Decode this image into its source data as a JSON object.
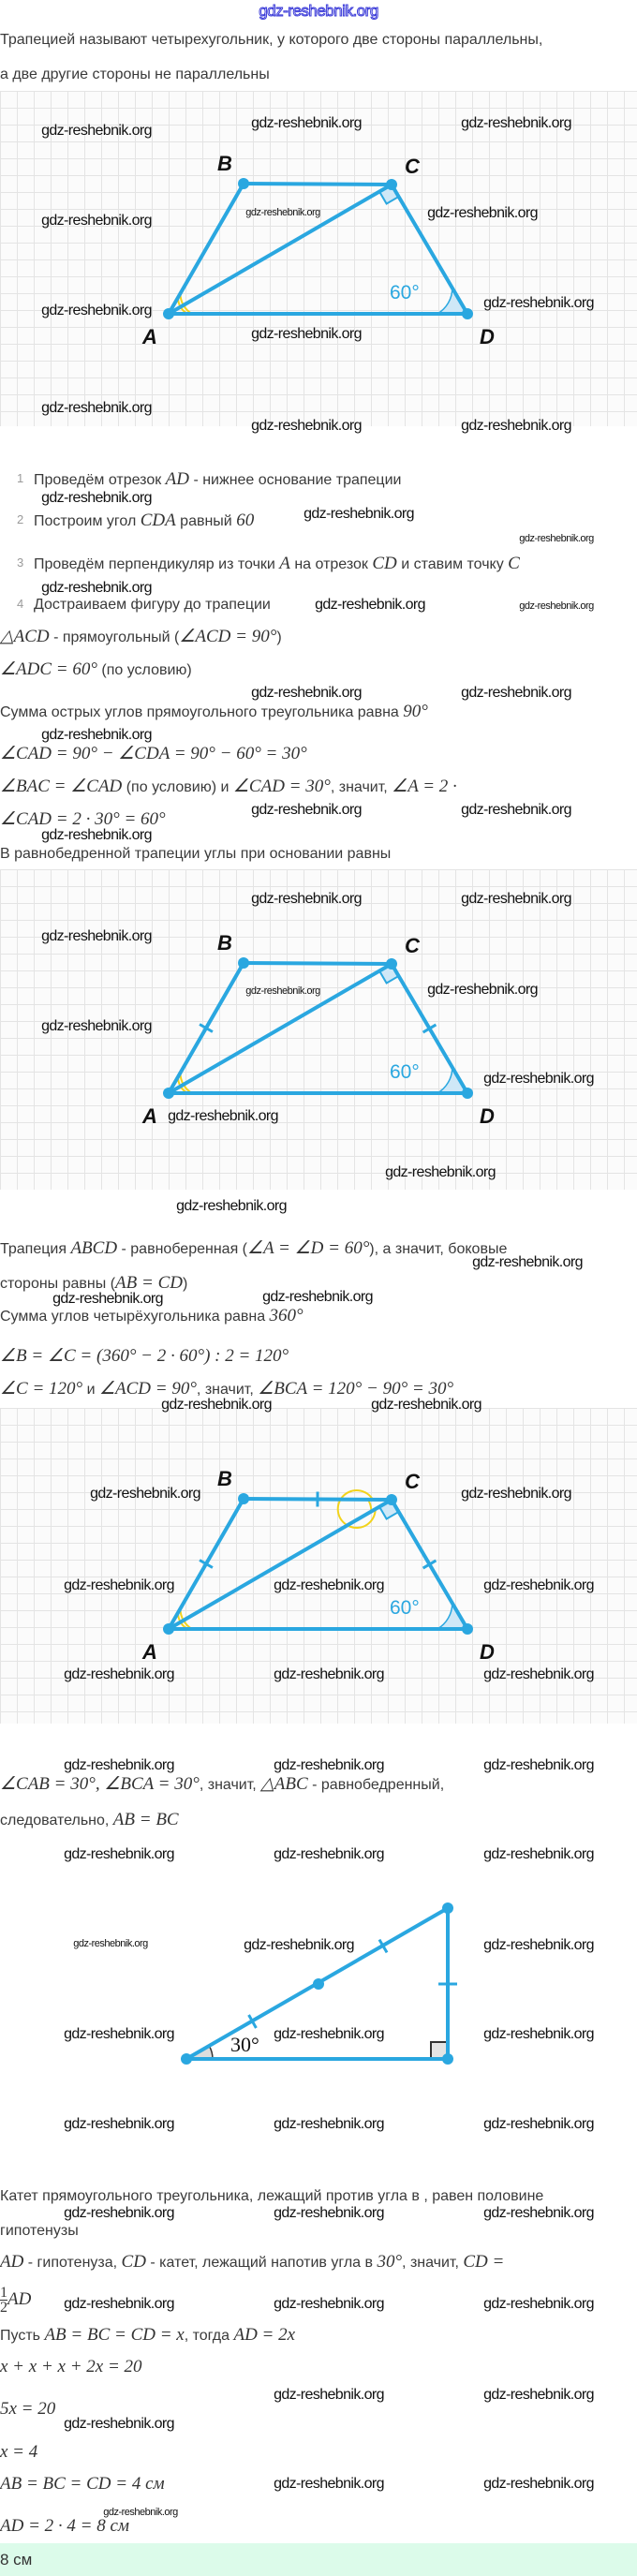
{
  "header": {
    "watermark": "gdz-reshebnik.org"
  },
  "watermark": "gdz-reshebnik.org",
  "colors": {
    "figure": "#2aa7e0",
    "angle_fill": "#cfe8f7",
    "arc": "#f2d31b",
    "answer_bg": "#dcfbea"
  },
  "figures": {
    "trapezoid": {
      "A": "A",
      "B": "B",
      "C": "C",
      "D": "D",
      "angle_D": "60°"
    },
    "triangle": {
      "angle_A": "30°"
    }
  },
  "lines": [
    {
      "segs": [
        {
          "t": "Трапецией называют четырехугольник, у которого две стороны параллельны,"
        }
      ]
    },
    {
      "segs": [
        {
          "t": "а две другие стороны не параллельны"
        }
      ]
    },
    {
      "num": "1",
      "segs": [
        {
          "t": "Проведём отрезок "
        },
        {
          "m": "AD"
        },
        {
          "t": " - нижнее основание трапеции"
        }
      ]
    },
    {
      "num": "2",
      "segs": [
        {
          "t": "Построим угол "
        },
        {
          "m": "CDA"
        },
        {
          "t": " равный "
        },
        {
          "m": "60"
        }
      ]
    },
    {
      "num": "3",
      "segs": [
        {
          "t": "Проведём перпендикуляр из точки "
        },
        {
          "m": "A"
        },
        {
          "t": " на отрезок "
        },
        {
          "m": "CD"
        },
        {
          "t": " и ставим точку "
        },
        {
          "m": "C"
        }
      ]
    },
    {
      "num": "4",
      "segs": [
        {
          "t": "Достраиваем фигуру до трапеции"
        }
      ]
    },
    {
      "segs": [
        {
          "m": "△ACD"
        },
        {
          "t": " - прямоугольный ("
        },
        {
          "m": "∠ACD = 90°"
        },
        {
          "t": ")"
        }
      ]
    },
    {
      "segs": [
        {
          "m": "∠ADC = 60°"
        },
        {
          "t": " (по условию)"
        }
      ]
    },
    {
      "segs": [
        {
          "t": "Сумма острых углов прямоугольного треугольника равна "
        },
        {
          "m": "90°"
        }
      ]
    },
    {
      "segs": [
        {
          "m": "∠CAD = 90° − ∠CDA = 90° − 60° = 30°"
        }
      ]
    },
    {
      "segs": [
        {
          "m": "∠BAC = ∠CAD"
        },
        {
          "t": " (по условию) и "
        },
        {
          "m": "∠CAD = 30°"
        },
        {
          "t": ", значит, "
        },
        {
          "m": "∠A = 2 ·"
        }
      ]
    },
    {
      "segs": [
        {
          "m": "∠CAD = 2 · 30° = 60°"
        }
      ]
    },
    {
      "segs": [
        {
          "t": "В равнобедренной трапеции углы при основании равны"
        }
      ]
    },
    {
      "segs": [
        {
          "t": "Трапеция "
        },
        {
          "m": "ABCD"
        },
        {
          "t": " - равноберенная ("
        },
        {
          "m": "∠A = ∠D = 60°"
        },
        {
          "t": "), а значит, боковые"
        }
      ]
    },
    {
      "segs": [
        {
          "t": "стороны равны ("
        },
        {
          "m": "AB = CD"
        },
        {
          "t": ")"
        }
      ]
    },
    {
      "segs": [
        {
          "t": "Сумма углов четырёхугольника равна "
        },
        {
          "m": "360°"
        }
      ]
    },
    {
      "segs": [
        {
          "m": "∠B = ∠C = (360° − 2 · 60°) : 2 = 120°"
        }
      ]
    },
    {
      "segs": [
        {
          "m": "∠C = 120°"
        },
        {
          "t": " и "
        },
        {
          "m": "∠ACD = 90°"
        },
        {
          "t": ", значит, "
        },
        {
          "m": "∠BCA = 120° − 90° = 30°"
        }
      ]
    },
    {
      "segs": [
        {
          "m": "∠CAB = 30°, ∠BCA = 30°"
        },
        {
          "t": ", значит, "
        },
        {
          "m": "△ABC"
        },
        {
          "t": " - равнобедренный,"
        }
      ]
    },
    {
      "segs": [
        {
          "t": "следовательно, "
        },
        {
          "m": "AB = BC"
        }
      ]
    },
    {
      "segs": [
        {
          "t": "Катет прямоугольного треугольника, лежащий против угла в , равен половине"
        }
      ]
    },
    {
      "segs": [
        {
          "t": "гипотенузы"
        }
      ]
    },
    {
      "segs": [
        {
          "m": "AD"
        },
        {
          "t": " - гипотенуза, "
        },
        {
          "m": "CD"
        },
        {
          "t": " - катет, лежащий напотив угла в "
        },
        {
          "m": "30°"
        },
        {
          "t": ", значит, "
        },
        {
          "m": "CD ="
        }
      ]
    },
    {
      "segs": [
        {
          "num": "1",
          "den": "2"
        },
        {
          "m": "AD"
        }
      ]
    },
    {
      "segs": [
        {
          "t": "Пусть "
        },
        {
          "m": "AB = BC = CD = x"
        },
        {
          "t": ", тогда "
        },
        {
          "m": "AD = 2x"
        }
      ]
    },
    {
      "segs": [
        {
          "m": "x + x + x + 2x = 20"
        }
      ]
    },
    {
      "segs": [
        {
          "m": "5x = 20"
        }
      ]
    },
    {
      "segs": [
        {
          "m": "x = 4"
        }
      ]
    },
    {
      "segs": [
        {
          "m": "AB = BC = CD = 4 см"
        }
      ]
    },
    {
      "segs": [
        {
          "m": "AD = 2 · 4 = 8 см"
        }
      ]
    }
  ],
  "answer": "8 см"
}
